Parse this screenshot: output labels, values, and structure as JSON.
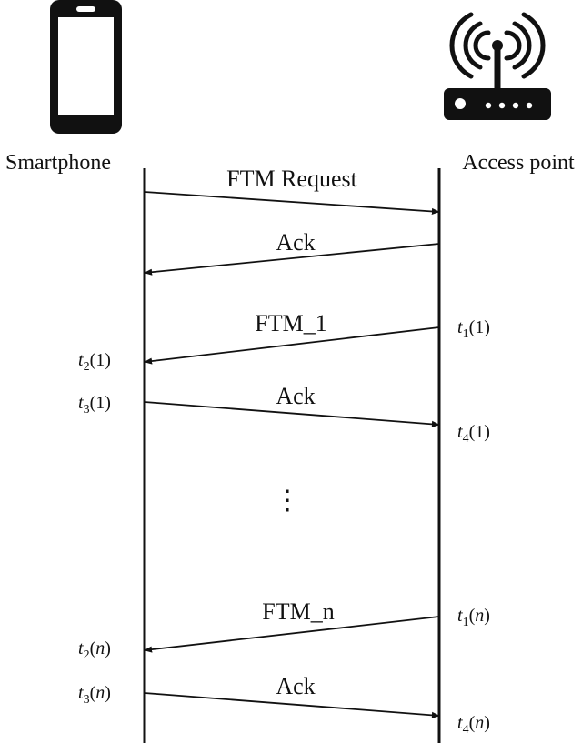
{
  "participants": {
    "left": {
      "label": "Smartphone",
      "icon": "smartphone-icon"
    },
    "right": {
      "label": "Access point",
      "icon": "wifi-router-icon"
    }
  },
  "messages": [
    {
      "label": "FTM Request",
      "direction": "left-to-right"
    },
    {
      "label": "Ack",
      "direction": "right-to-left"
    },
    {
      "label": "FTM_1",
      "direction": "right-to-left"
    },
    {
      "label": "Ack",
      "direction": "left-to-right"
    },
    {
      "label": "FTM_n",
      "direction": "right-to-left"
    },
    {
      "label": "Ack",
      "direction": "left-to-right"
    }
  ],
  "ellipsis": "⋮",
  "timestamps": {
    "t1_1": {
      "var": "t",
      "sub": "1",
      "arg": "(1)"
    },
    "t2_1": {
      "var": "t",
      "sub": "2",
      "arg": "(1)"
    },
    "t3_1": {
      "var": "t",
      "sub": "3",
      "arg": "(1)"
    },
    "t4_1": {
      "var": "t",
      "sub": "4",
      "arg": "(1)"
    },
    "t1_n": {
      "var": "t",
      "sub": "1",
      "arg": "(n)"
    },
    "t2_n": {
      "var": "t",
      "sub": "2",
      "arg": "(n)"
    },
    "t3_n": {
      "var": "t",
      "sub": "3",
      "arg": "(n)"
    },
    "t4_n": {
      "var": "t",
      "sub": "4",
      "arg": "(n)"
    }
  },
  "colors": {
    "ink": "#111111",
    "background": "#ffffff"
  }
}
